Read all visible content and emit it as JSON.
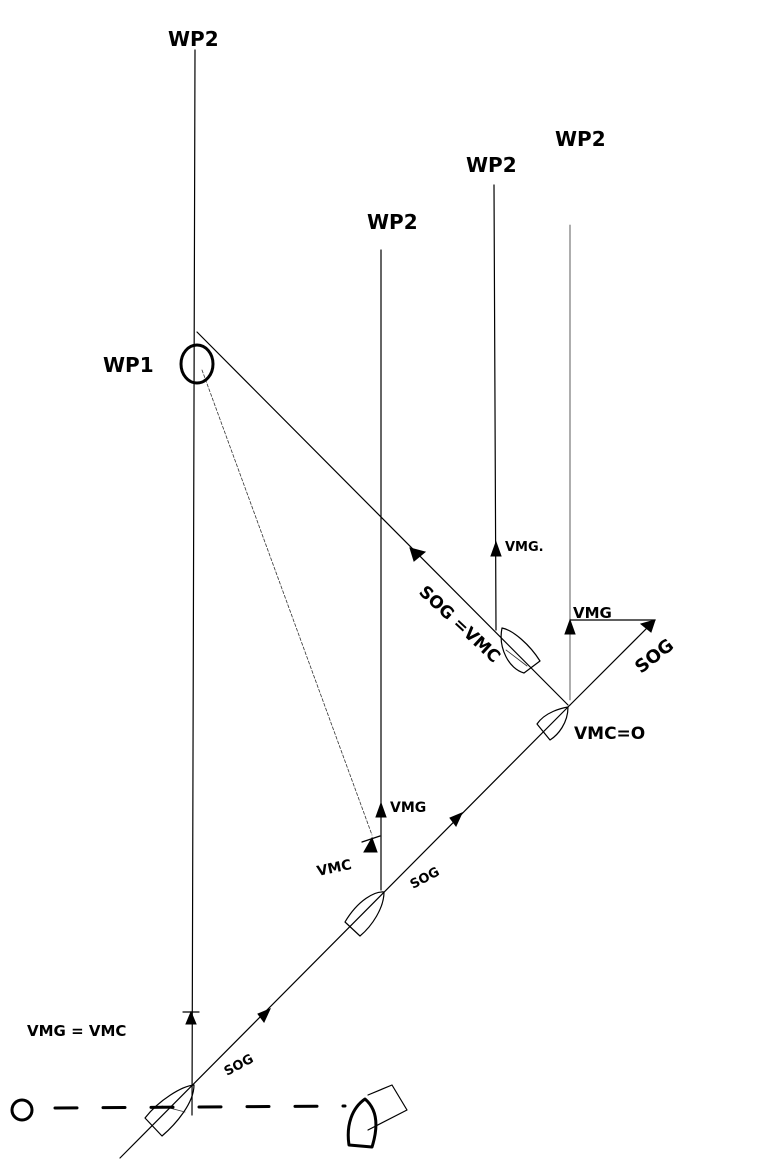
{
  "labels": {
    "wp2_a": "WP2",
    "wp2_b": "WP2",
    "wp2_c": "WP2",
    "wp2_d": "WP2",
    "wp1": "WP1",
    "sog_eq_vmc": "SOG =VMC",
    "vmg_top": "VMG.",
    "vmg_right": "VMG",
    "sog_right": "SOG",
    "vmc_zero": "VMC=O",
    "vmg_mid": "VMG",
    "vmc_mid": "VMC",
    "sog_mid": "SOG",
    "vmg_eq_vmc": "VMG = VMC",
    "sog_bottom": "SOG"
  }
}
